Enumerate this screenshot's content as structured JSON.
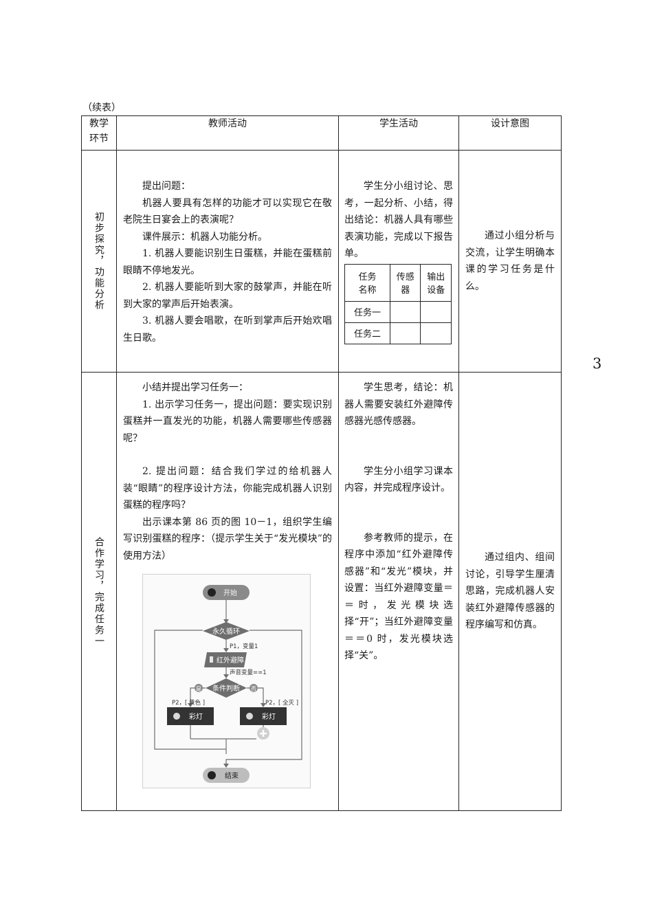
{
  "continuation_label": "（续表）",
  "page_number": "3",
  "header": {
    "stage_line1": "教学",
    "stage_line2": "环节",
    "teacher": "教师活动",
    "student": "学生活动",
    "design": "设计意图"
  },
  "sections": [
    {
      "stage": "初步探究，功能分析",
      "teacher_paragraphs": [
        "提出问题：",
        "机器人要具有怎样的功能才可以实现它在敬老院生日宴会上的表演呢？",
        "课件展示：机器人功能分析。",
        "1. 机器人要能识别生日蛋糕，并能在蛋糕前眼睛不停地发光。",
        "2. 机器人要能听到大家的鼓掌声，并能在听到大家的掌声后开始表演。",
        "3. 机器人要会唱歌，在听到掌声后开始欢唱生日歌。"
      ],
      "student_paragraph": "学生分小组讨论、思考，一起分析、小结，得出结论：机器人具有哪些表演功能，完成以下报告单。",
      "report_table": {
        "col1_a": "任务",
        "col1_b": "名称",
        "col2_a": "传感",
        "col2_b": "器",
        "col3_a": "输出",
        "col3_b": "设备",
        "row1": "任务一",
        "row2": "任务二"
      },
      "design": "通过小组分析与交流，让学生明确本课的学习任务是什么。"
    },
    {
      "stage": "合作学习，完成任务一",
      "teacher_paragraphs": [
        "小结并提出学习任务一：",
        "1. 出示学习任务一，提出问题：要实现识别蛋糕并一直发光的功能，机器人需要哪些传感器呢？",
        "2. 提出问题：结合我们学过的给机器人装“眼睛”的程序设计方法，你能完成机器人识别蛋糕的程序吗？",
        "出示课本第 86 页的图 10－1，组织学生编写识别蛋糕的程序：（提示学生关于“发光模块”的使用方法）"
      ],
      "student_paragraphs": [
        "学生思考，结论：机器人需要安装红外避障传感器光感传感器。",
        "学生分小组学习课本内容，并完成程序设计。",
        "参考教师的提示，在程序中添加“红外避障传感器”和“发光”模块，并设置：当红外避障变量＝＝时，发光模块选择“开”；当红外避障变量＝＝0 时，发光模块选择“关”。"
      ],
      "design": "通过组内、组间讨论，引导学生厘清思路，完成机器人安装红外避障传感器的程序编写和仿真。",
      "flowchart": {
        "start": "开始",
        "loop": "永久循环",
        "p1": "P1，变量1",
        "ir": "红外避障",
        "cond_text": "声音变量==1",
        "branch": "条件判断",
        "yes": "是",
        "no": "否",
        "left_param": "P2，[ 黄色 ]",
        "right_param": "P2，[ 全灭 ]",
        "lamp_left": "彩灯",
        "lamp_right": "彩灯",
        "end": "结束"
      }
    }
  ]
}
